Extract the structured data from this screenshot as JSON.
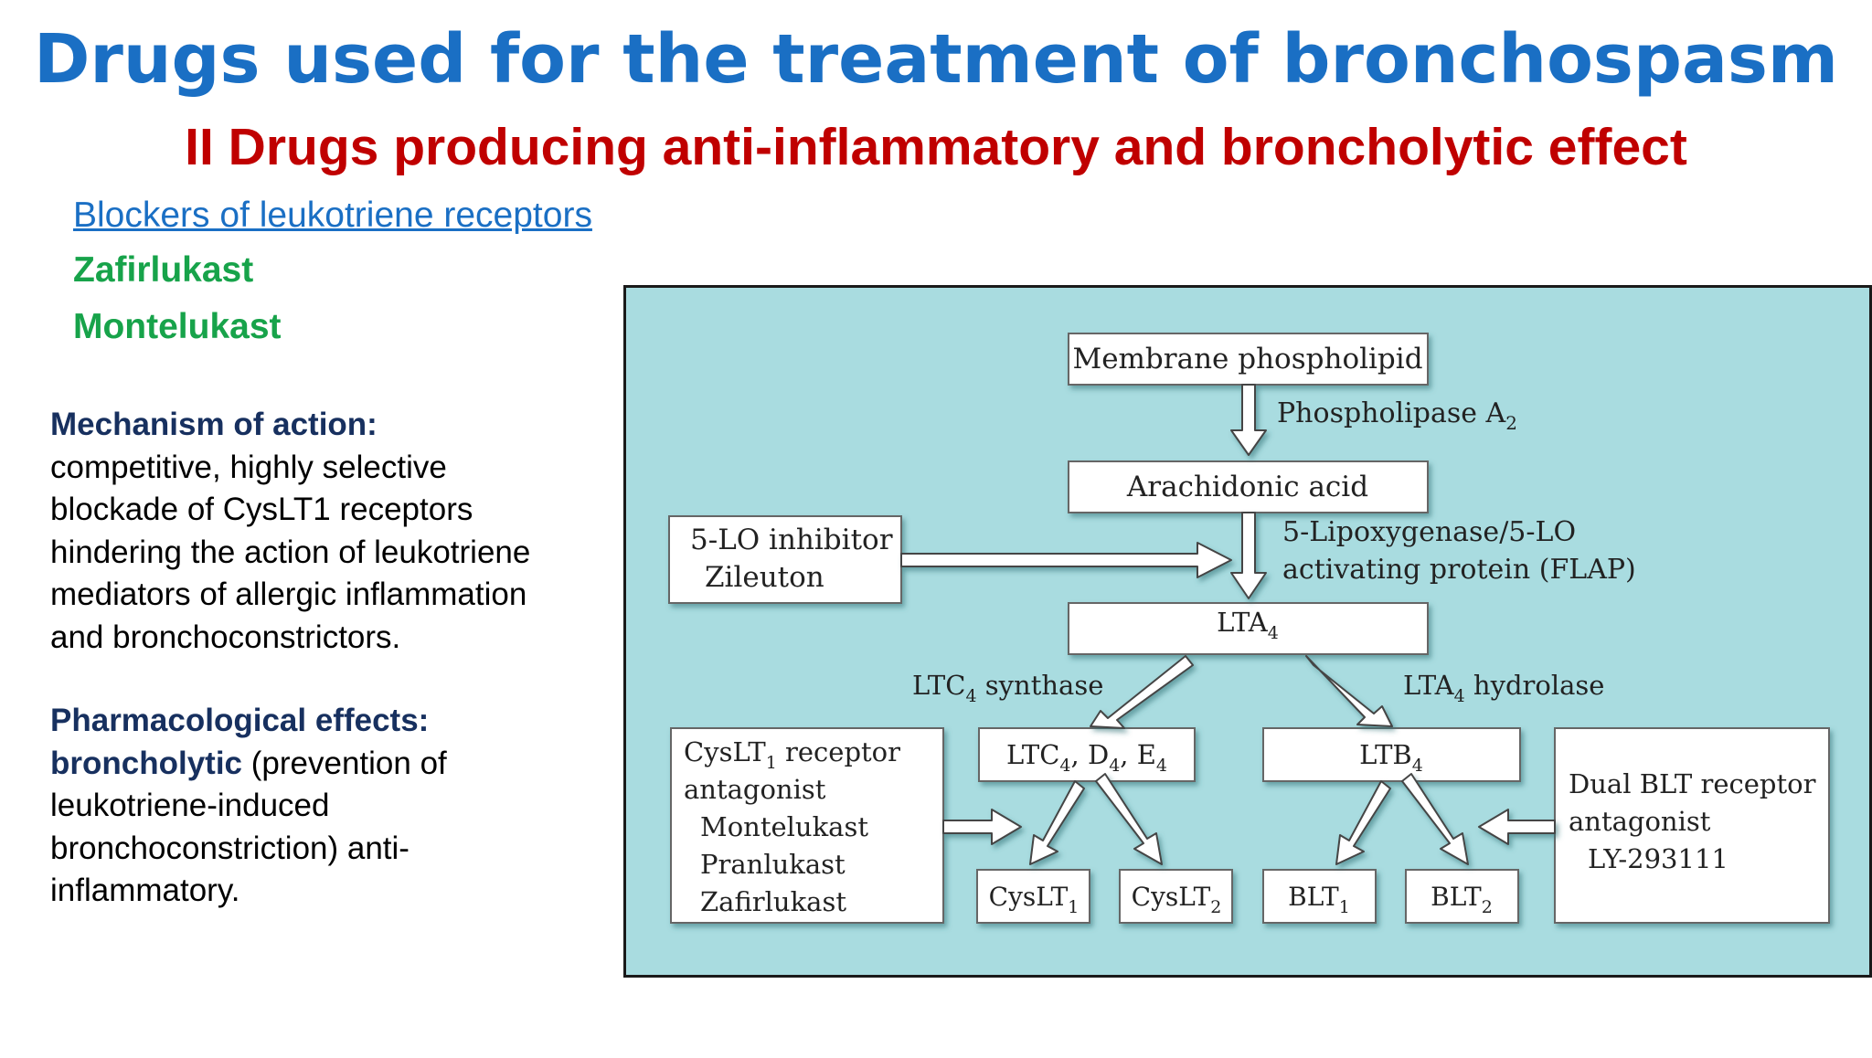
{
  "slide": {
    "title": "Drugs used for the treatment of bronchospasm",
    "subtitle": "II Drugs producing anti-inflammatory and broncholytic effect",
    "section_link": "Blockers of leukotriene receptors",
    "drugs": [
      "Zafirlukast",
      "Montelukast"
    ],
    "mechanism": {
      "heading": "Mechanism of action:",
      "lines": [
        "competitive, highly selective",
        "blockade of CysLT1 receptors",
        "hindering the action of leukotriene",
        "mediators of allergic inflammation",
        "and bronchoconstrictors."
      ]
    },
    "effects": {
      "heading": "Pharmacological effects:",
      "bold_term": "broncholytic",
      "first_line_rest": " (prevention of",
      "lines": [
        "leukotriene-induced",
        "bronchoconstriction) anti-",
        "inflammatory."
      ]
    }
  },
  "diagram": {
    "membrane": "Membrane phospholipid",
    "phospholipase": "Phospholipase A",
    "phospholipase_sub": "2",
    "arachidonic": "Arachidonic acid",
    "lo_inhibitor": "5-LO inhibitor",
    "zileuton": "Zileuton",
    "lipoxygenase_1": "5-Lipoxygenase/5-LO",
    "lipoxygenase_2": "activating protein (FLAP)",
    "lta4": "LTA",
    "sub_4": "4",
    "ltc4_synthase_a": "LTC",
    "ltc4_synthase_b": " synthase",
    "lta4_hydrolase_a": "LTA",
    "lta4_hydrolase_b": " hydrolase",
    "ltc_box_a": "LTC",
    "ltc_box_b": ", D",
    "ltc_box_c": ", E",
    "ltb4": "LTB",
    "cyslt_ant_1a": "CysLT",
    "cyslt_ant_1b": " receptor",
    "cyslt_ant_2": "antagonist",
    "cyslt_ant_drugs": [
      "Montelukast",
      "Pranlukast",
      "Zafirlukast"
    ],
    "sub_1": "1",
    "sub_2": "2",
    "cyslt": "CysLT",
    "blt": "BLT",
    "dual_1": "Dual BLT receptor",
    "dual_2": "antagonist",
    "dual_3": "LY-293111"
  },
  "colors": {
    "title": "#1a6fc4",
    "subtitle": "#c00000",
    "drug_names": "#17a34a",
    "headings": "#17305f",
    "diagram_background": "#a9dce0"
  }
}
